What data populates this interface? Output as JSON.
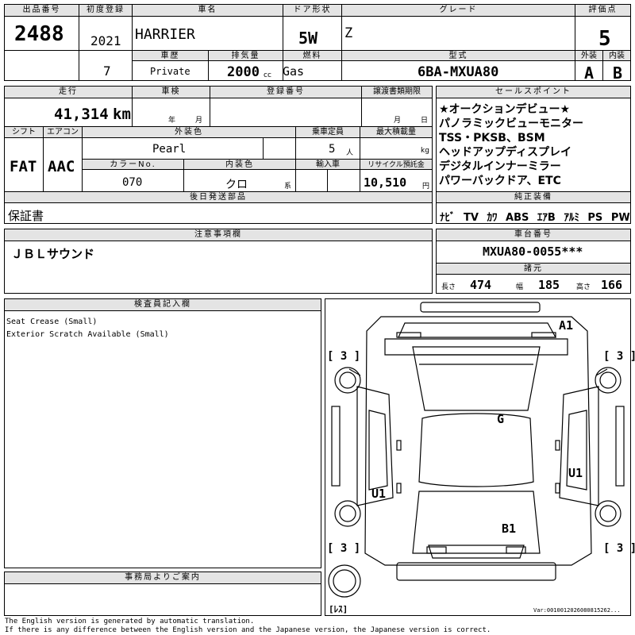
{
  "header": {
    "lot_no_label": "出品番号",
    "lot_no": "2488",
    "first_reg_label": "初度登録",
    "first_reg_year": "2021",
    "car_name_label": "車名",
    "car_name": "HARRIER",
    "door_label": "ドア形状",
    "door": "5W",
    "grade_label": "グレード",
    "grade": "Z",
    "score_label": "評価点",
    "score": "5",
    "history_label": "車歴",
    "history_year": "7",
    "history": "Private",
    "displacement_label": "排気量",
    "displacement": "2000",
    "displacement_unit": "cc",
    "fuel_label": "燃料",
    "fuel": "Gas",
    "model_label": "型式",
    "model": "6BA-MXUA80",
    "ext_label": "外装",
    "ext_grade": "A",
    "int_label": "内装",
    "int_grade": "B"
  },
  "spec": {
    "mileage_label": "走行",
    "mileage": "41,314",
    "mileage_unit": "km",
    "inspection_label": "車検",
    "year_unit": "年",
    "month_unit": "月",
    "reg_no_label": "登録番号",
    "transfer_label": "譲渡書類期限",
    "transfer_month": "月",
    "transfer_day": "日",
    "shift_label": "シフト",
    "shift": "FAT",
    "ac_label": "エアコン",
    "ac": "AAC",
    "ext_color_label": "外装色",
    "ext_color": "Pearl",
    "capacity_label": "乗車定員",
    "capacity": "5",
    "capacity_unit": "人",
    "max_load_label": "最大積載量",
    "max_load_unit": "kg",
    "color_no_label": "カラーNo.",
    "color_no": "070",
    "int_color_label": "内装色",
    "int_color": "クロ",
    "int_color_suffix": "系",
    "import_label": "輸入車",
    "recycle_label": "リサイクル預託金",
    "recycle": "10,510",
    "recycle_unit": "円",
    "later_parts_label": "後日発送部品",
    "later_parts": "保証書"
  },
  "sales_points": {
    "label": "セールスポイント",
    "items": [
      "★オークションデビュー★",
      "パノラミックビューモニター",
      "TSS・PKSB、BSM",
      "ヘッドアップディスプレイ",
      "デジタルインナーミラー",
      "パワーバックドア、ETC"
    ]
  },
  "equipment": {
    "label": "純正装備",
    "items": [
      "ﾅﾋﾞ",
      "TV",
      "ｶﾜ",
      "ABS",
      "ｴｱB",
      "ｱﾙﾐ",
      "PS",
      "PW"
    ]
  },
  "notes": {
    "label": "注意事項欄",
    "text": "ＪＢＬサウンド"
  },
  "chassis": {
    "label": "車台番号",
    "value": "MXUA80-0055***"
  },
  "dims": {
    "label": "諸元",
    "length_label": "長さ",
    "length": "474",
    "width_label": "幅",
    "width": "185",
    "height_label": "高さ",
    "height": "166"
  },
  "inspector": {
    "label": "検査員記入欄",
    "lines": [
      "Seat Crease (Small)",
      "Exterior Scratch Available (Small)"
    ]
  },
  "office": {
    "label": "事務局よりご案内"
  },
  "diagram": {
    "marks": {
      "a1": "A1",
      "g": "G",
      "u1_left": "U1",
      "u1_right": "U1",
      "b1": "B1"
    },
    "tires": {
      "fl": "[ 3 ]",
      "fr": "[ 3 ]",
      "rl": "[ 3 ]",
      "rr": "[ 3 ]",
      "spare": "[ﾚｽ]"
    },
    "version": "Var:0010012026080815262..."
  },
  "footer": {
    "line1": "The English version is generated by automatic translation.",
    "line2": "If there is any difference between the English version and the Japanese version, the Japanese version is correct."
  }
}
